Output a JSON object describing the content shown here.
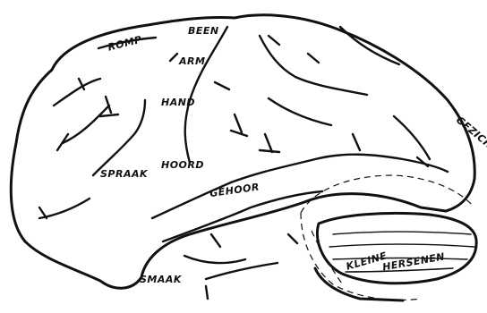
{
  "labels": {
    "romp": "ROMP",
    "been": "BEEN",
    "arm": "ARM",
    "hand": "HAND",
    "gezicht": "GEZICHT",
    "spraak": "SPRAAK",
    "hoord": "HOORD",
    "gehoor": "GEHOOR",
    "kleine": "KLEINE",
    "hersenen": "HERSENEN",
    "smaak": "SMAAK"
  }
}
